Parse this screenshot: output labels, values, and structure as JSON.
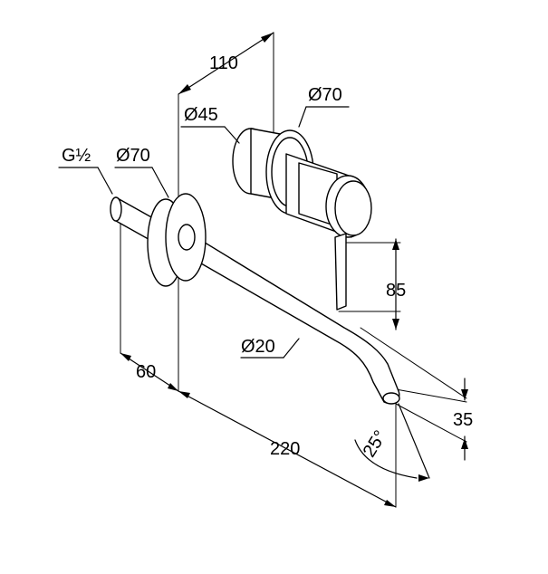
{
  "dimensions": {
    "total_depth": "110",
    "control_diameter": "Ø70",
    "cartridge_diameter": "Ø45",
    "thread": "G½",
    "rosette_diameter": "Ø70",
    "handle_height": "85",
    "spout_diameter": "Ø20",
    "rosette_offset": "60",
    "projection": "220",
    "spout_drop": "35",
    "angle": "25°"
  }
}
